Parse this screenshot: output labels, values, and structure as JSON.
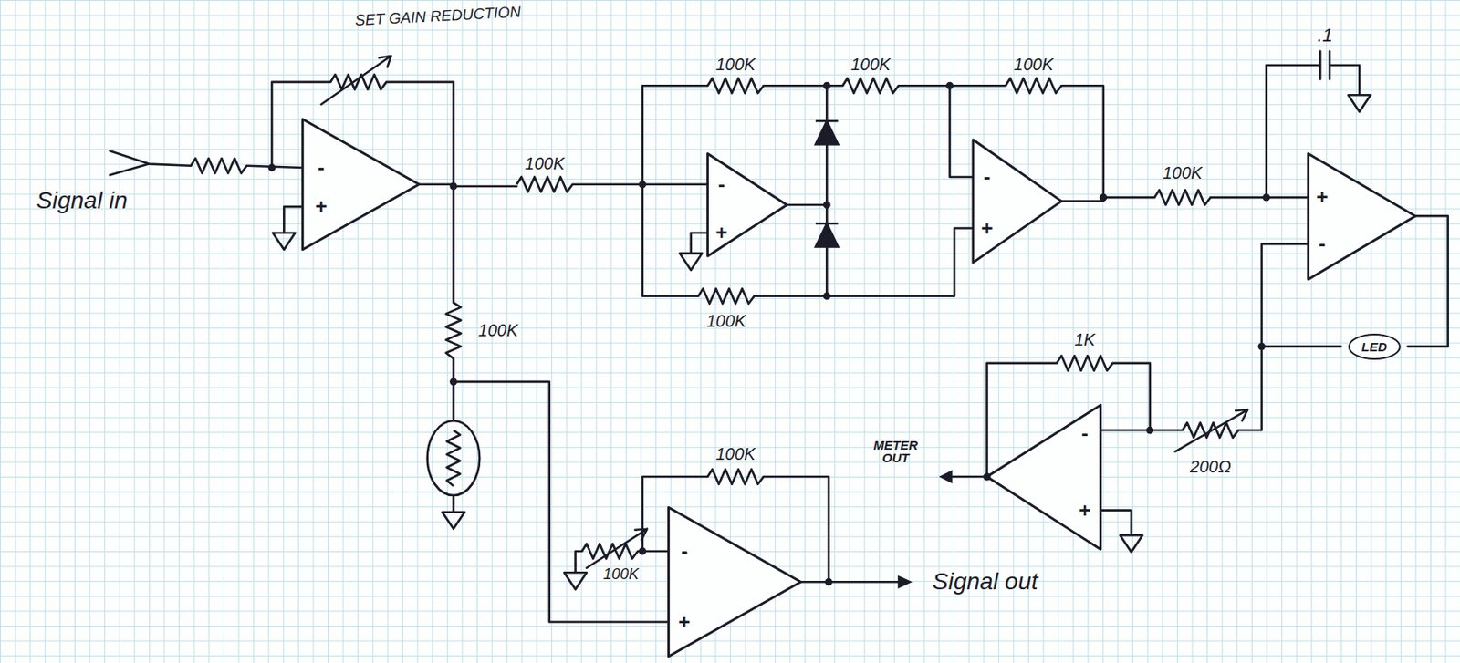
{
  "diagram": {
    "nodes": [
      {
        "text": [
          "LED"
        ]
      }
    ],
    "labels": [
      "SET GAIN REDUCTION",
      "Signal in",
      "-",
      "+",
      "100K",
      "100K",
      "100K",
      "100K",
      ".1",
      "-",
      "+",
      "100K",
      "-",
      "+",
      "100K",
      "+",
      "-",
      "100K",
      "1K",
      "METER OUT",
      "-",
      "+",
      "200Ω",
      "100K",
      "100K",
      "-",
      "+",
      "Signal out"
    ]
  }
}
